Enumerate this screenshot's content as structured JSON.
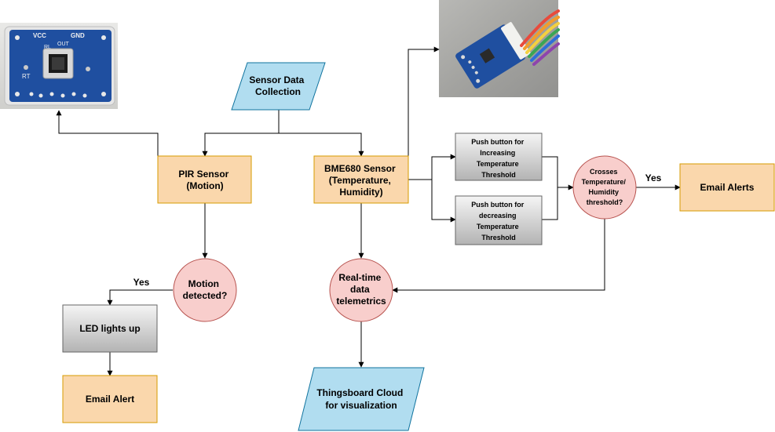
{
  "nodes": {
    "sensor_data": [
      "Sensor Data",
      "Collection"
    ],
    "pir": [
      "PIR Sensor",
      "(Motion)"
    ],
    "bme": [
      "BME680 Sensor",
      "(Temperature,",
      "Humidity)"
    ],
    "push_inc": [
      "Push button for",
      "Increasing",
      "Temperature",
      "Threshold"
    ],
    "push_dec": [
      "Push button for",
      "decreasing",
      "Temperature",
      "Threshold"
    ],
    "crosses": [
      "Crosses",
      "Temperature/",
      "Humidity",
      "threshold?"
    ],
    "email_alerts": [
      "Email Alerts"
    ],
    "motion": [
      "Motion",
      "detected?"
    ],
    "telemetry": [
      "Real-time",
      "data",
      "telemetrics"
    ],
    "led": [
      "LED lights up"
    ],
    "email_alert": [
      "Email Alert"
    ],
    "thingsboard": [
      "Thingsboard Cloud",
      "for visualization"
    ]
  },
  "edges": {
    "motion_yes": "Yes",
    "crosses_yes": "Yes"
  },
  "pir_board": {
    "silk_vcc": "VCC",
    "silk_gnd": "GND",
    "silk_out": "OUT",
    "silk_rl": "RL",
    "silk_rt": "RT"
  },
  "colors": {
    "orange_fill": "#fad7ac",
    "orange_stroke": "#d79b00",
    "pink_fill": "#f8cecc",
    "pink_stroke": "#b85450",
    "blue_fill": "#b1ddf0",
    "blue_stroke": "#10739e",
    "gray_top": "#f5f5f5",
    "gray_bottom": "#b3b3b3",
    "gray_stroke": "#666666",
    "pcb_blue": "#1f4fa0",
    "photo_bg": "#a9a9a6"
  }
}
